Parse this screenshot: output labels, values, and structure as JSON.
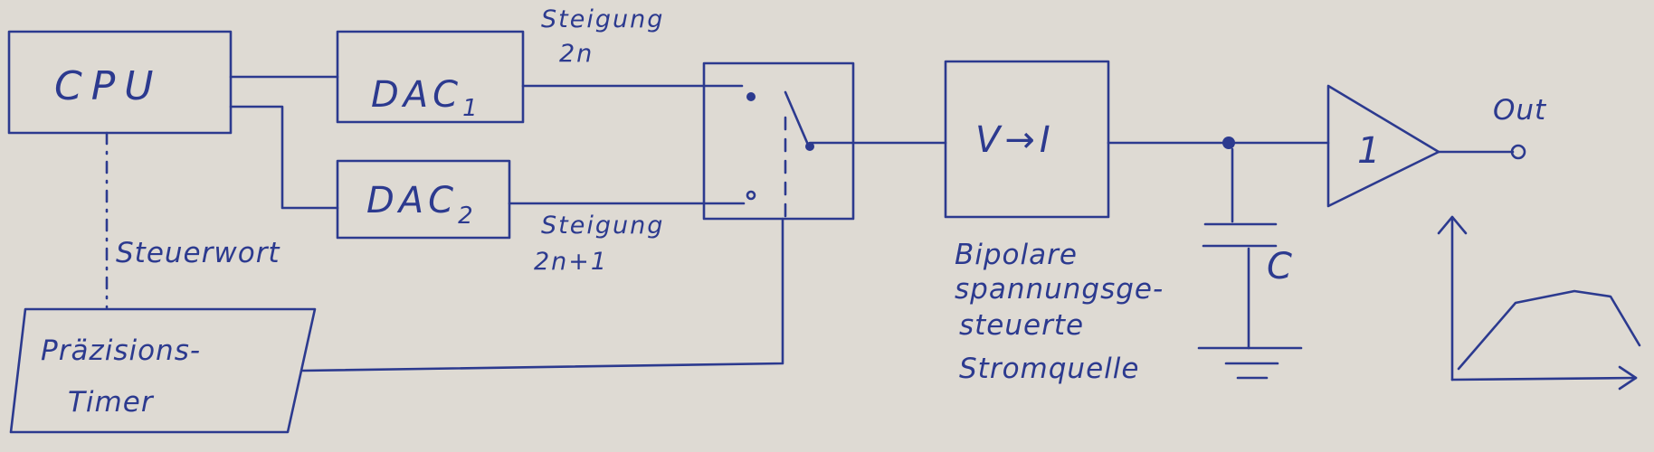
{
  "blocks": {
    "cpu": "CPU",
    "dac1": "DAC",
    "dac1_sub": "1",
    "dac2": "DAC",
    "dac2_sub": "2",
    "vi": "V→I",
    "timer_line1": "Präzisions-",
    "timer_line2": "Timer",
    "amp": "1"
  },
  "labels": {
    "steigung_top_1": "Steigung",
    "steigung_top_2": "2n",
    "steigung_bottom_1": "Steigung",
    "steigung_bottom_2": "2n+1",
    "steuerwort": "Steuerwort",
    "quelle_1": "Bipolare",
    "quelle_2": "spannungsge-",
    "quelle_3": "steuerte",
    "quelle_4": "Stromquelle",
    "capacitor": "C",
    "out": "Out"
  }
}
